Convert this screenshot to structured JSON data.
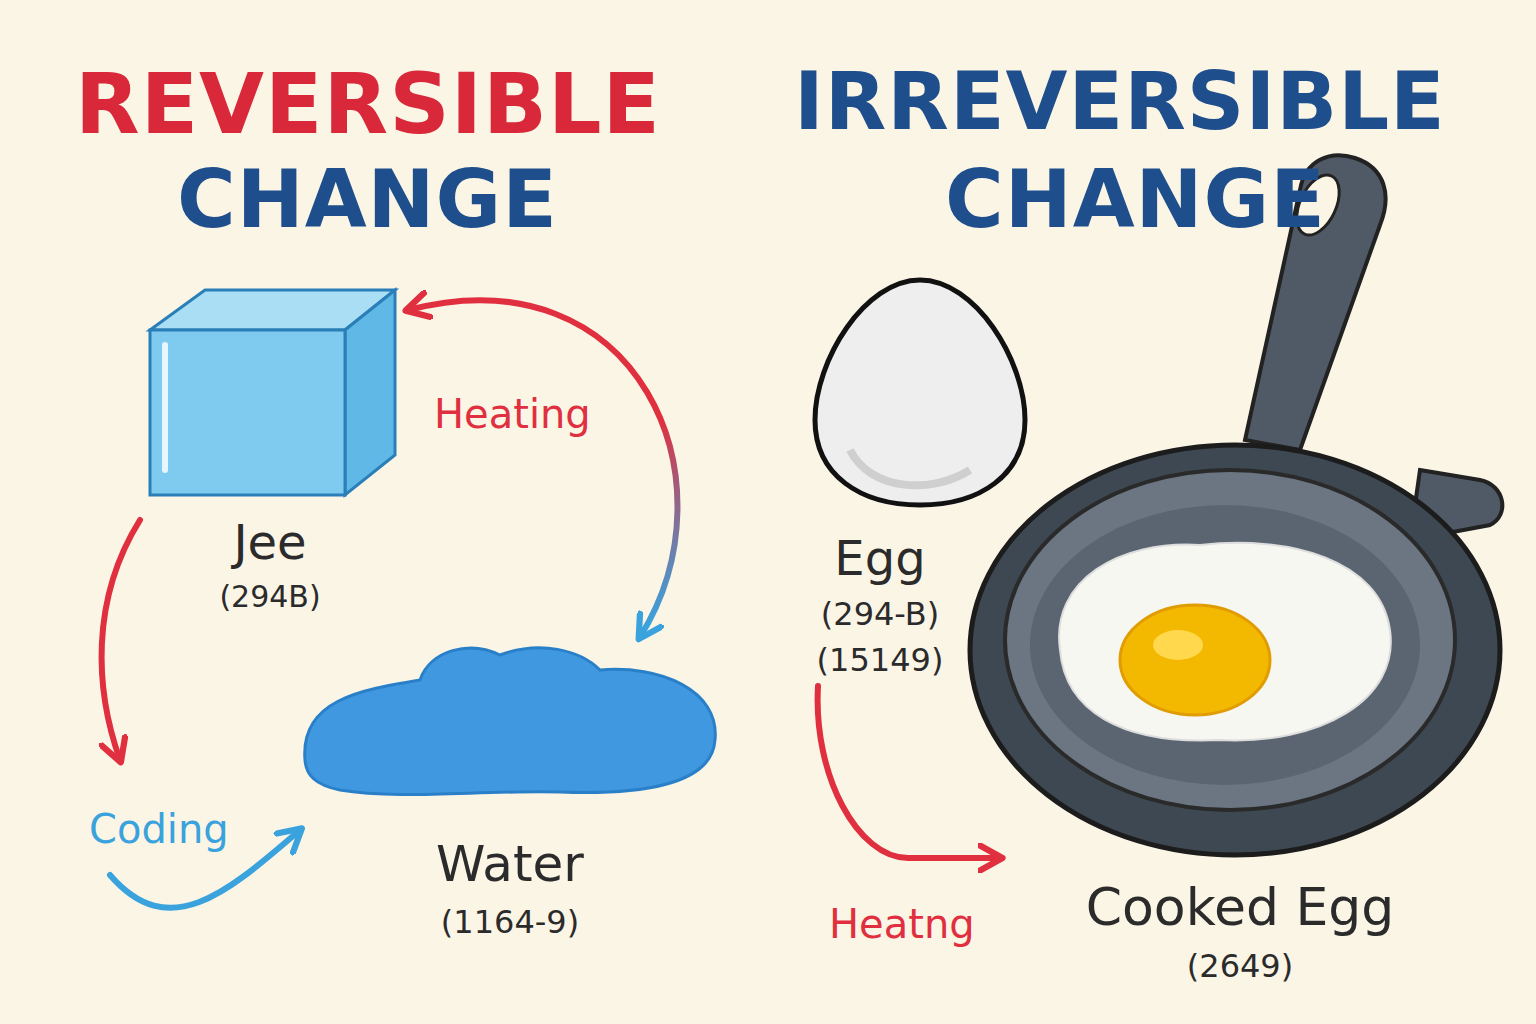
{
  "diagram": {
    "nodes": [
      {
        "text": [
          "Jee",
          "(294B)"
        ]
      },
      {
        "text": [
          "Water",
          "(1164-9)"
        ]
      },
      {
        "text": [
          "Egg",
          "(294-B)",
          "(15149)"
        ]
      },
      {
        "text": [
          "Cooked Egg",
          "(2649)"
        ]
      }
    ],
    "edges": [
      {
        "from": 0,
        "to": 1,
        "label": "Heating",
        "arrow": "both"
      },
      {
        "from": 0,
        "to": 1,
        "label": "Coding",
        "arrow": "to"
      },
      {
        "from": 2,
        "to": 3,
        "label": "Heatng",
        "arrow": "to"
      }
    ],
    "labels": [
      "REVERSIBLE",
      "CHANGE",
      "IRREVERSIBLE",
      "CHANGE"
    ]
  }
}
